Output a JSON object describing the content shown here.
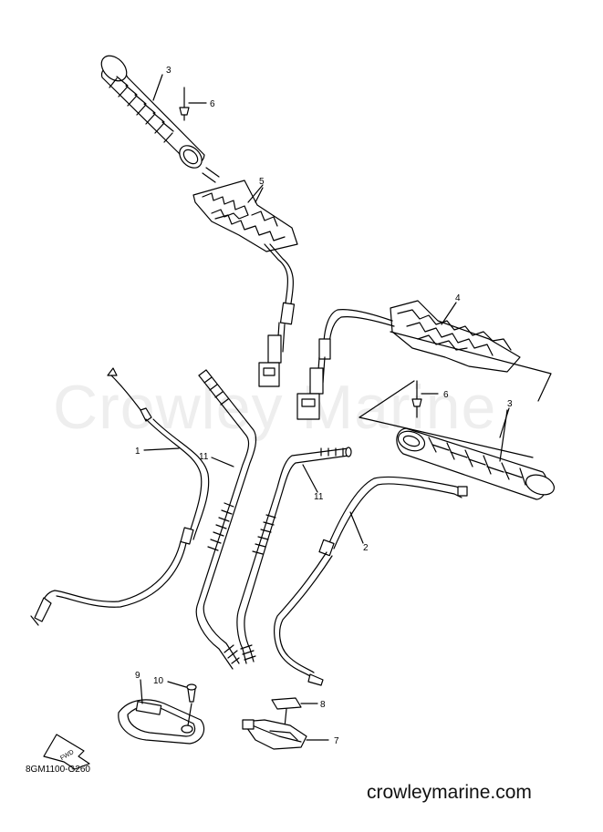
{
  "watermark_text": "Crowley Marine",
  "drawing_code": "8GM1100-G260",
  "footer_site": "crowleymarine.com",
  "fwd_label": "FWD",
  "callouts": {
    "grip_left": "3",
    "rivet_left": "6",
    "heater_left": "5",
    "heater_right": "4",
    "rivet_right": "6",
    "grip_right": "3",
    "cable_1": "1",
    "bar_left": "11",
    "bar_right": "11",
    "cable_2": "2",
    "plate_9": "9",
    "screw_10": "10",
    "pad_8": "8",
    "holder_7": "7"
  },
  "colors": {
    "line": "#000000",
    "watermark": "#eeeeee"
  }
}
